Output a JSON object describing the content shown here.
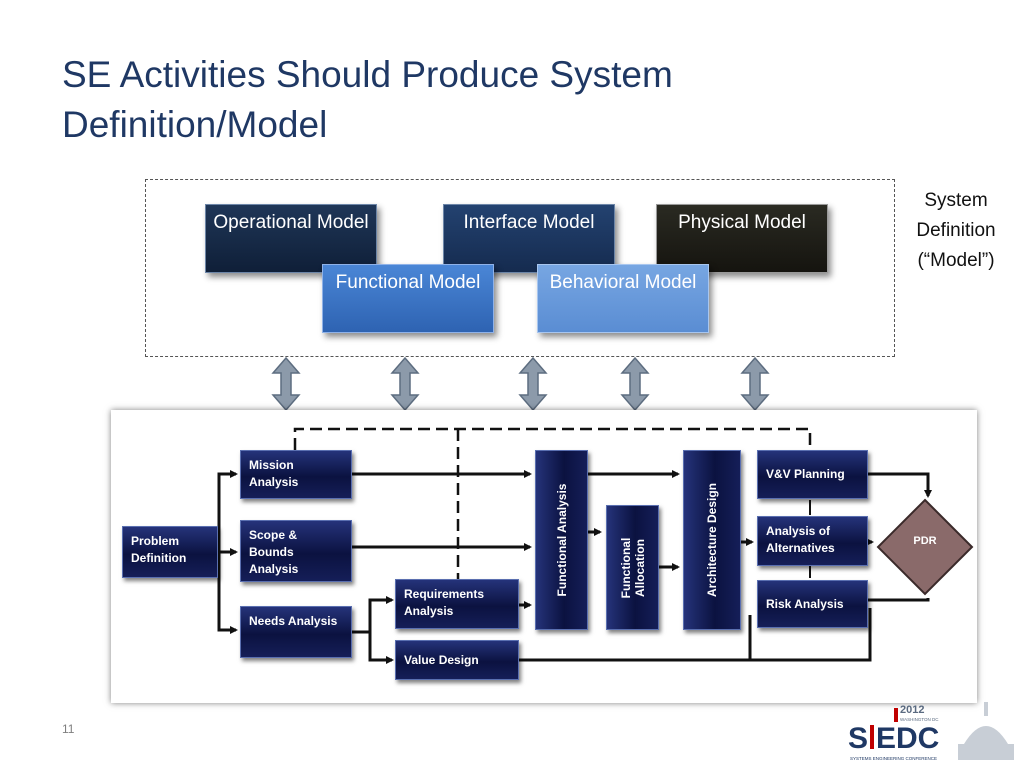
{
  "title": "SE Activities Should Produce System Definition/Model",
  "models": {
    "operational": "Operational Model",
    "interface": "Interface Model",
    "physical": "Physical Model",
    "functional": "Functional Model",
    "behavioral": "Behavioral Model"
  },
  "system_definition_label": "System Definition (“Model”)",
  "process": {
    "problem_definition": "Problem Definition",
    "mission_analysis": "Mission Analysis",
    "scope_bounds_analysis": "Scope & Bounds Analysis",
    "needs_analysis": "Needs Analysis",
    "requirements_analysis": "Requirements Analysis",
    "value_design": "Value Design",
    "functional_analysis": "Functional Analysis",
    "functional_allocation": "Functional Allocation",
    "architecture_design": "Architecture Design",
    "vv_planning": "V&V Planning",
    "analysis_of_alternatives": "Analysis of Alternatives",
    "risk_analysis": "Risk Analysis",
    "pdr": "PDR"
  },
  "page_number": "11",
  "logo": {
    "year": "2012",
    "location": "WASHINGTON DC",
    "name": "SEDC",
    "tagline": "SYSTEMS ENGINEERING CONFERENCE"
  },
  "colors": {
    "title": "#1f3864",
    "dark_box": "#0b1240",
    "pdr": "#8a6a6a",
    "arrow": "#8c9aaa"
  },
  "icons": [
    "double-headed-arrow-icon",
    "capitol-dome-icon"
  ]
}
